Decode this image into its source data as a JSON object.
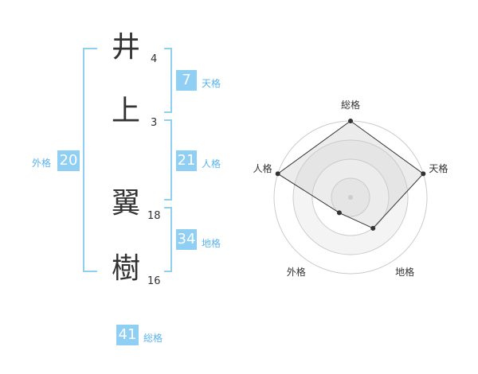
{
  "name": {
    "chars": [
      {
        "char": "井",
        "strokes": "4"
      },
      {
        "char": "上",
        "strokes": "3"
      },
      {
        "char": "翼",
        "strokes": "18"
      },
      {
        "char": "樹",
        "strokes": "16"
      }
    ]
  },
  "fortunes": {
    "tenkaku": {
      "value": "7",
      "label": "天格"
    },
    "jinkaku": {
      "value": "21",
      "label": "人格"
    },
    "chikaku": {
      "value": "34",
      "label": "地格"
    },
    "gaikaku": {
      "value": "20",
      "label": "外格"
    },
    "soukaku": {
      "value": "41",
      "label": "総格"
    }
  },
  "colors": {
    "accent": "#8fcff3",
    "label": "#5ab4ea"
  },
  "chart_data": {
    "type": "radar",
    "axes": [
      "総格",
      "天格",
      "地格",
      "外格",
      "人格"
    ],
    "values": [
      4,
      4,
      2,
      1,
      4
    ],
    "max": 4
  }
}
